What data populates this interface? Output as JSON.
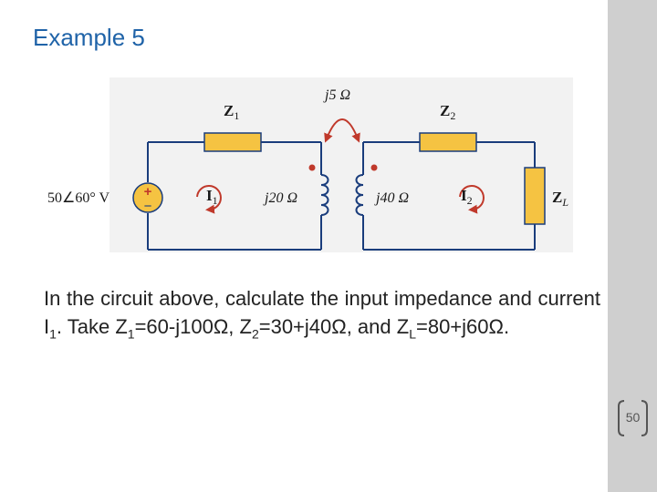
{
  "slide": {
    "title": "Example 5",
    "page_number": "50"
  },
  "circuit": {
    "source_label": "50∠60° V",
    "z1_label": "Z",
    "z1_sub": "1",
    "z2_label": "Z",
    "z2_sub": "2",
    "zl_label": "Z",
    "zl_sub": "L",
    "i1_label": "I",
    "i1_sub": "1",
    "i2_label": "I",
    "i2_sub": "2",
    "mutual_label": "j5 Ω",
    "l1_label": "j20 Ω",
    "l2_label": "j40 Ω",
    "plus": "+",
    "minus": "−"
  },
  "text": {
    "p1": "In the circuit above, calculate the input impedance and current I",
    "p1_sub": "1",
    "p2": ". Take Z",
    "p2_sub": "1",
    "p3": "=60-j100Ω, Z",
    "p3_sub": "2",
    "p4": "=30+j40Ω, and Z",
    "p4_sub": "L",
    "p5": "=80+j60Ω."
  },
  "colors": {
    "title": "#1f63a8",
    "impedance_box": "#f5c342",
    "sidebar": "#cfcfcf",
    "arrow": "#c0392b"
  }
}
